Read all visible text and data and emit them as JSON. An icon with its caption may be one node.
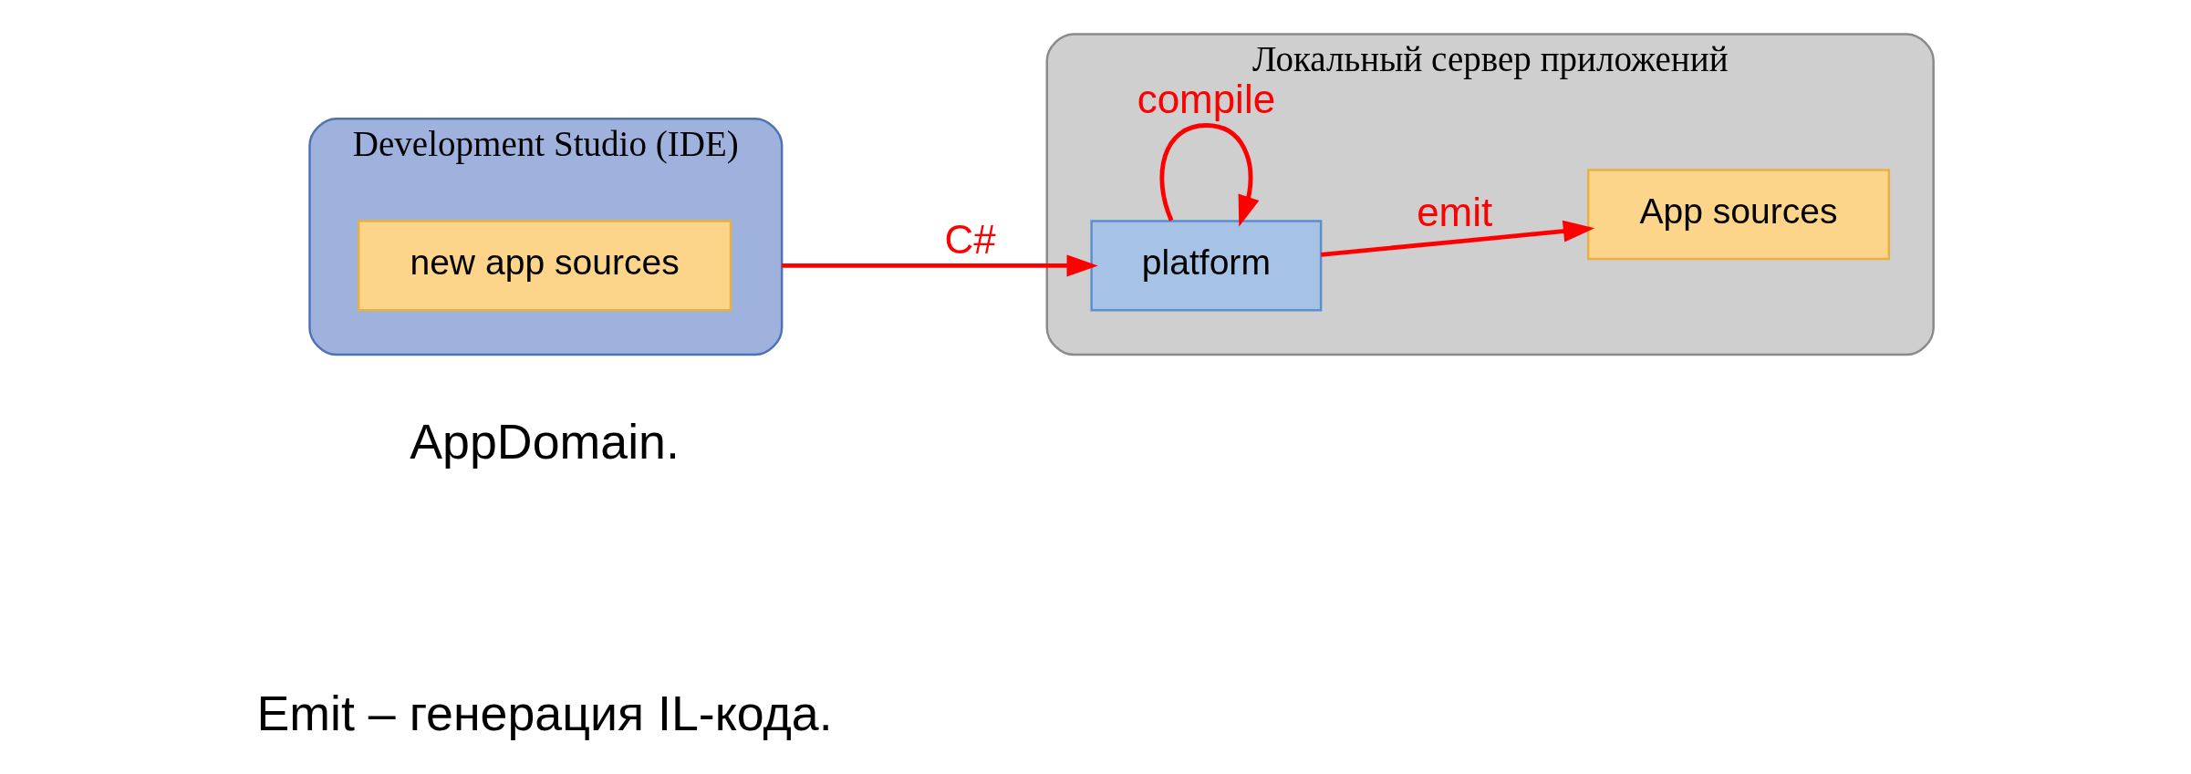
{
  "diagram": {
    "nodes": [
      {
        "text": [
          "Development Studio (IDE)"
        ]
      },
      {
        "text": [
          "new app sources"
        ],
        "in": 0
      },
      {
        "text": [
          "Локальный сервер приложений"
        ]
      },
      {
        "text": [
          "App sources"
        ],
        "in": 2
      },
      {
        "text": [
          "platform"
        ],
        "in": 2
      }
    ],
    "edges": [
      {
        "from": 0,
        "to": 4,
        "arrow": "to",
        "label": "C#",
        "color": "#ff0000"
      },
      {
        "from": 4,
        "to": 4,
        "arrow": "to",
        "label": "compile",
        "color": "#ff0000"
      },
      {
        "from": 4,
        "to": 3,
        "arrow": "to",
        "label": "emit",
        "color": "#ff0000"
      }
    ],
    "labels": [
      "AppDomain.",
      "Emit – генерация IL-кода."
    ]
  }
}
